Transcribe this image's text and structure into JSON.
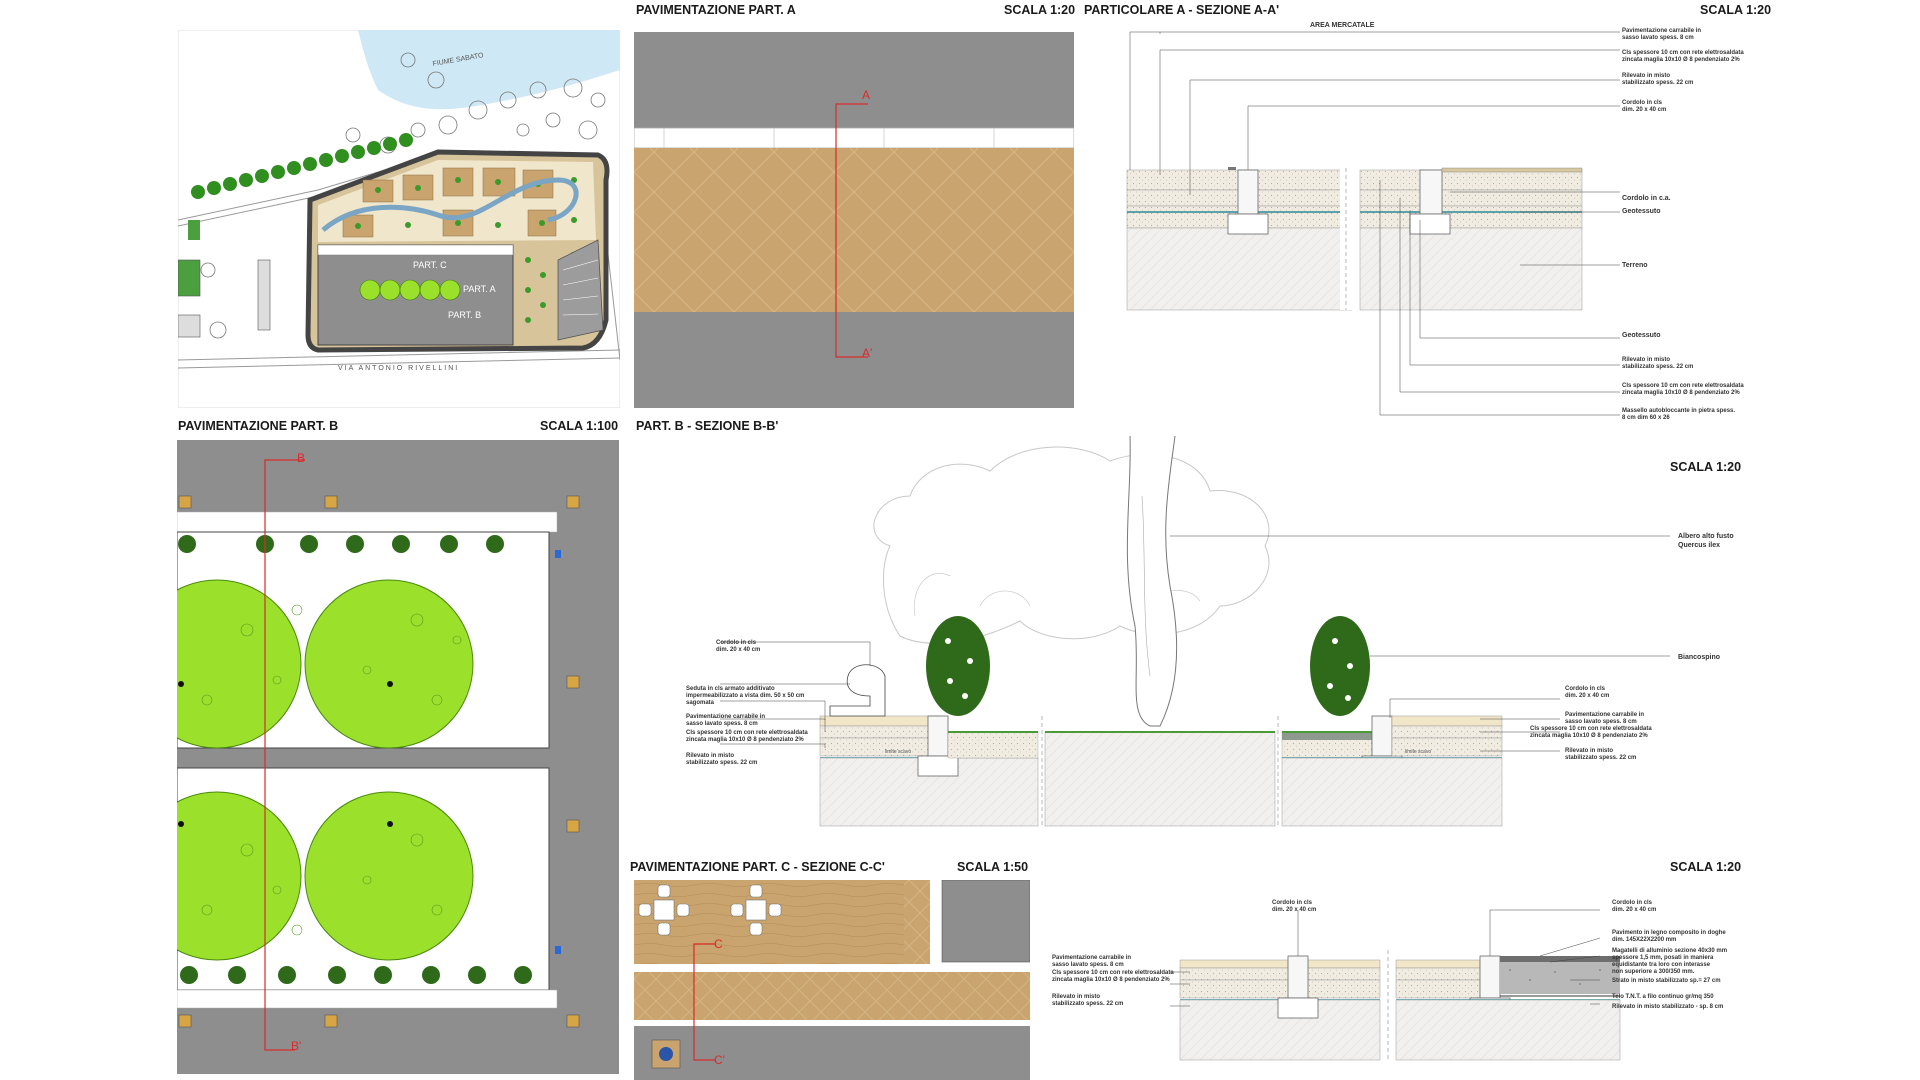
{
  "site_plan": {
    "river_label": "FIUME SABATO",
    "street_label": "VIA ANTONIO RIVELLINI",
    "part_labels": [
      "PART. C",
      "PART. A",
      "PART. B"
    ]
  },
  "pav_a": {
    "title": "PAVIMENTAZIONE PART. A",
    "scale": "SCALA 1:20",
    "cut_top": "A",
    "cut_bottom": "A'"
  },
  "sec_a": {
    "title": "PARTICOLARE A - SEZIONE A-A'",
    "scale": "SCALA 1:20",
    "area_label": "AREA MERCATALE",
    "labels": [
      "Pavimentazione carrabile in\nsasso lavato spess. 8 cm",
      "Cls spessore 10 cm con rete elettrosaldata\nzincata maglia 10x10 Ø 8 pendenziato 2%",
      "Rilevato in misto\nstabilizzato spess. 22 cm",
      "Cordolo in cls\ndim. 20 x 40 cm",
      "Cordolo in c.a.",
      "Geotessuto",
      "Terreno",
      "Geotessuto",
      "Rilevato in misto\nstabilizzato spess. 22 cm",
      "Cls spessore 10 cm con rete elettrosaldata\nzincata maglia 10x10 Ø 8 pendenziato 2%",
      "Massello autobloccante in pietra spess.\n8 cm dim 60 x 26"
    ]
  },
  "pav_b": {
    "title": "PAVIMENTAZIONE PART. B",
    "scale": "SCALA 1:100",
    "cut_top": "B",
    "cut_bottom": "B'"
  },
  "sec_b": {
    "title": "PART. B - SEZIONE B-B'",
    "scale": "SCALA 1:20",
    "labels": [
      "Albero alto fusto\nQuercus ilex",
      "Biancospino",
      "Cordolo in cls\ndim. 20 x 40 cm",
      "Seduta in cls armato additivato\nimpermeabilizzato a vista dim. 50 x 50 cm\nsagomata",
      "Pavimentazione carrabile in\nsasso lavato spess. 8 cm",
      "Cls spessore 10 cm con rete elettrosaldata\nzincata maglia 10x10 Ø 8 pendenziato 2%",
      "Rilevato in misto\nstabilizzato spess. 22 cm",
      "Cordolo in cls\ndim. 20 x 40 cm",
      "Pavimentazione carrabile in\nsasso lavato spess. 8 cm",
      "Cls spessore 10 cm con rete elettrosaldata\nzincata maglia 10x10 Ø 8 pendenziato 2%",
      "Rilevato in misto\nstabilizzato spess. 22 cm"
    ],
    "inner_label": "limite scavo"
  },
  "pav_c": {
    "title": "PAVIMENTAZIONE PART. C  - SEZIONE C-C'",
    "scale": "SCALA 1:50",
    "cut_top": "C",
    "cut_bottom": "C'"
  },
  "sec_c": {
    "scale": "SCALA 1:20",
    "labels": [
      "Cordolo in cls\ndim. 20 x 40 cm",
      "Pavimentazione carrabile in\nsasso lavato spess. 8 cm",
      "Cls spessore 10 cm con rete elettrosaldata\nzincata maglia 10x10 Ø 8 pendenziato 2%",
      "Rilevato in misto\nstabilizzato spess. 22 cm",
      "Cordolo in cls\ndim. 20 x 40 cm",
      "Pavimento in legno composito in doghe\ndim. 145X22X2200 mm",
      "Magatelli di alluminio sezione 40x30 mm\nspessore 1,5 mm, posati in maniera\nequidistante tra loro con interasse\nnon superiore a 300/350 mm.",
      "Strato in misto  stabilizzato sp.= 27 cm",
      "Telo T.N.T. a filo continuo gr/mq 350",
      "Rilevato in misto stabilizzato - sp. 8 cm"
    ]
  },
  "colors": {
    "asphalt": "#8e8e8e",
    "pavement": "#c9a46e",
    "lawn": "#9be02a",
    "accent_red": "#d92b2b",
    "water": "#cfe8f5",
    "trees": "#2f8f1f"
  }
}
